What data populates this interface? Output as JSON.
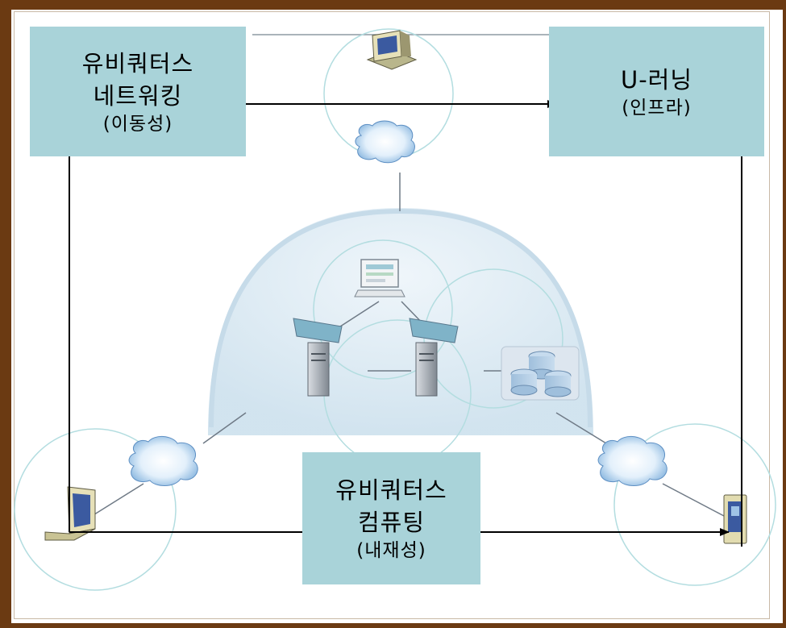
{
  "diagram": {
    "boxes": {
      "networking": {
        "line1": "유비쿼터스",
        "line2": "네트워킹",
        "line3": "(이동성)"
      },
      "learning": {
        "line1": "U-러닝",
        "line2": "(인프라)"
      },
      "computing": {
        "line1": "유비쿼터스",
        "line2": "컴퓨팅",
        "line3": "(내재성)"
      }
    },
    "colors": {
      "frame": "#6b3a12",
      "box_fill": "#a9d3d9",
      "dome": "#d4e6f1",
      "circle_stroke": "#b3dde0",
      "arrow": "#000000"
    },
    "icons": [
      "desktop-computer-icon",
      "cloud-icon",
      "laptop-icon",
      "server-icon",
      "database-icon",
      "tablet-device-icon",
      "laptop-left-icon"
    ]
  }
}
